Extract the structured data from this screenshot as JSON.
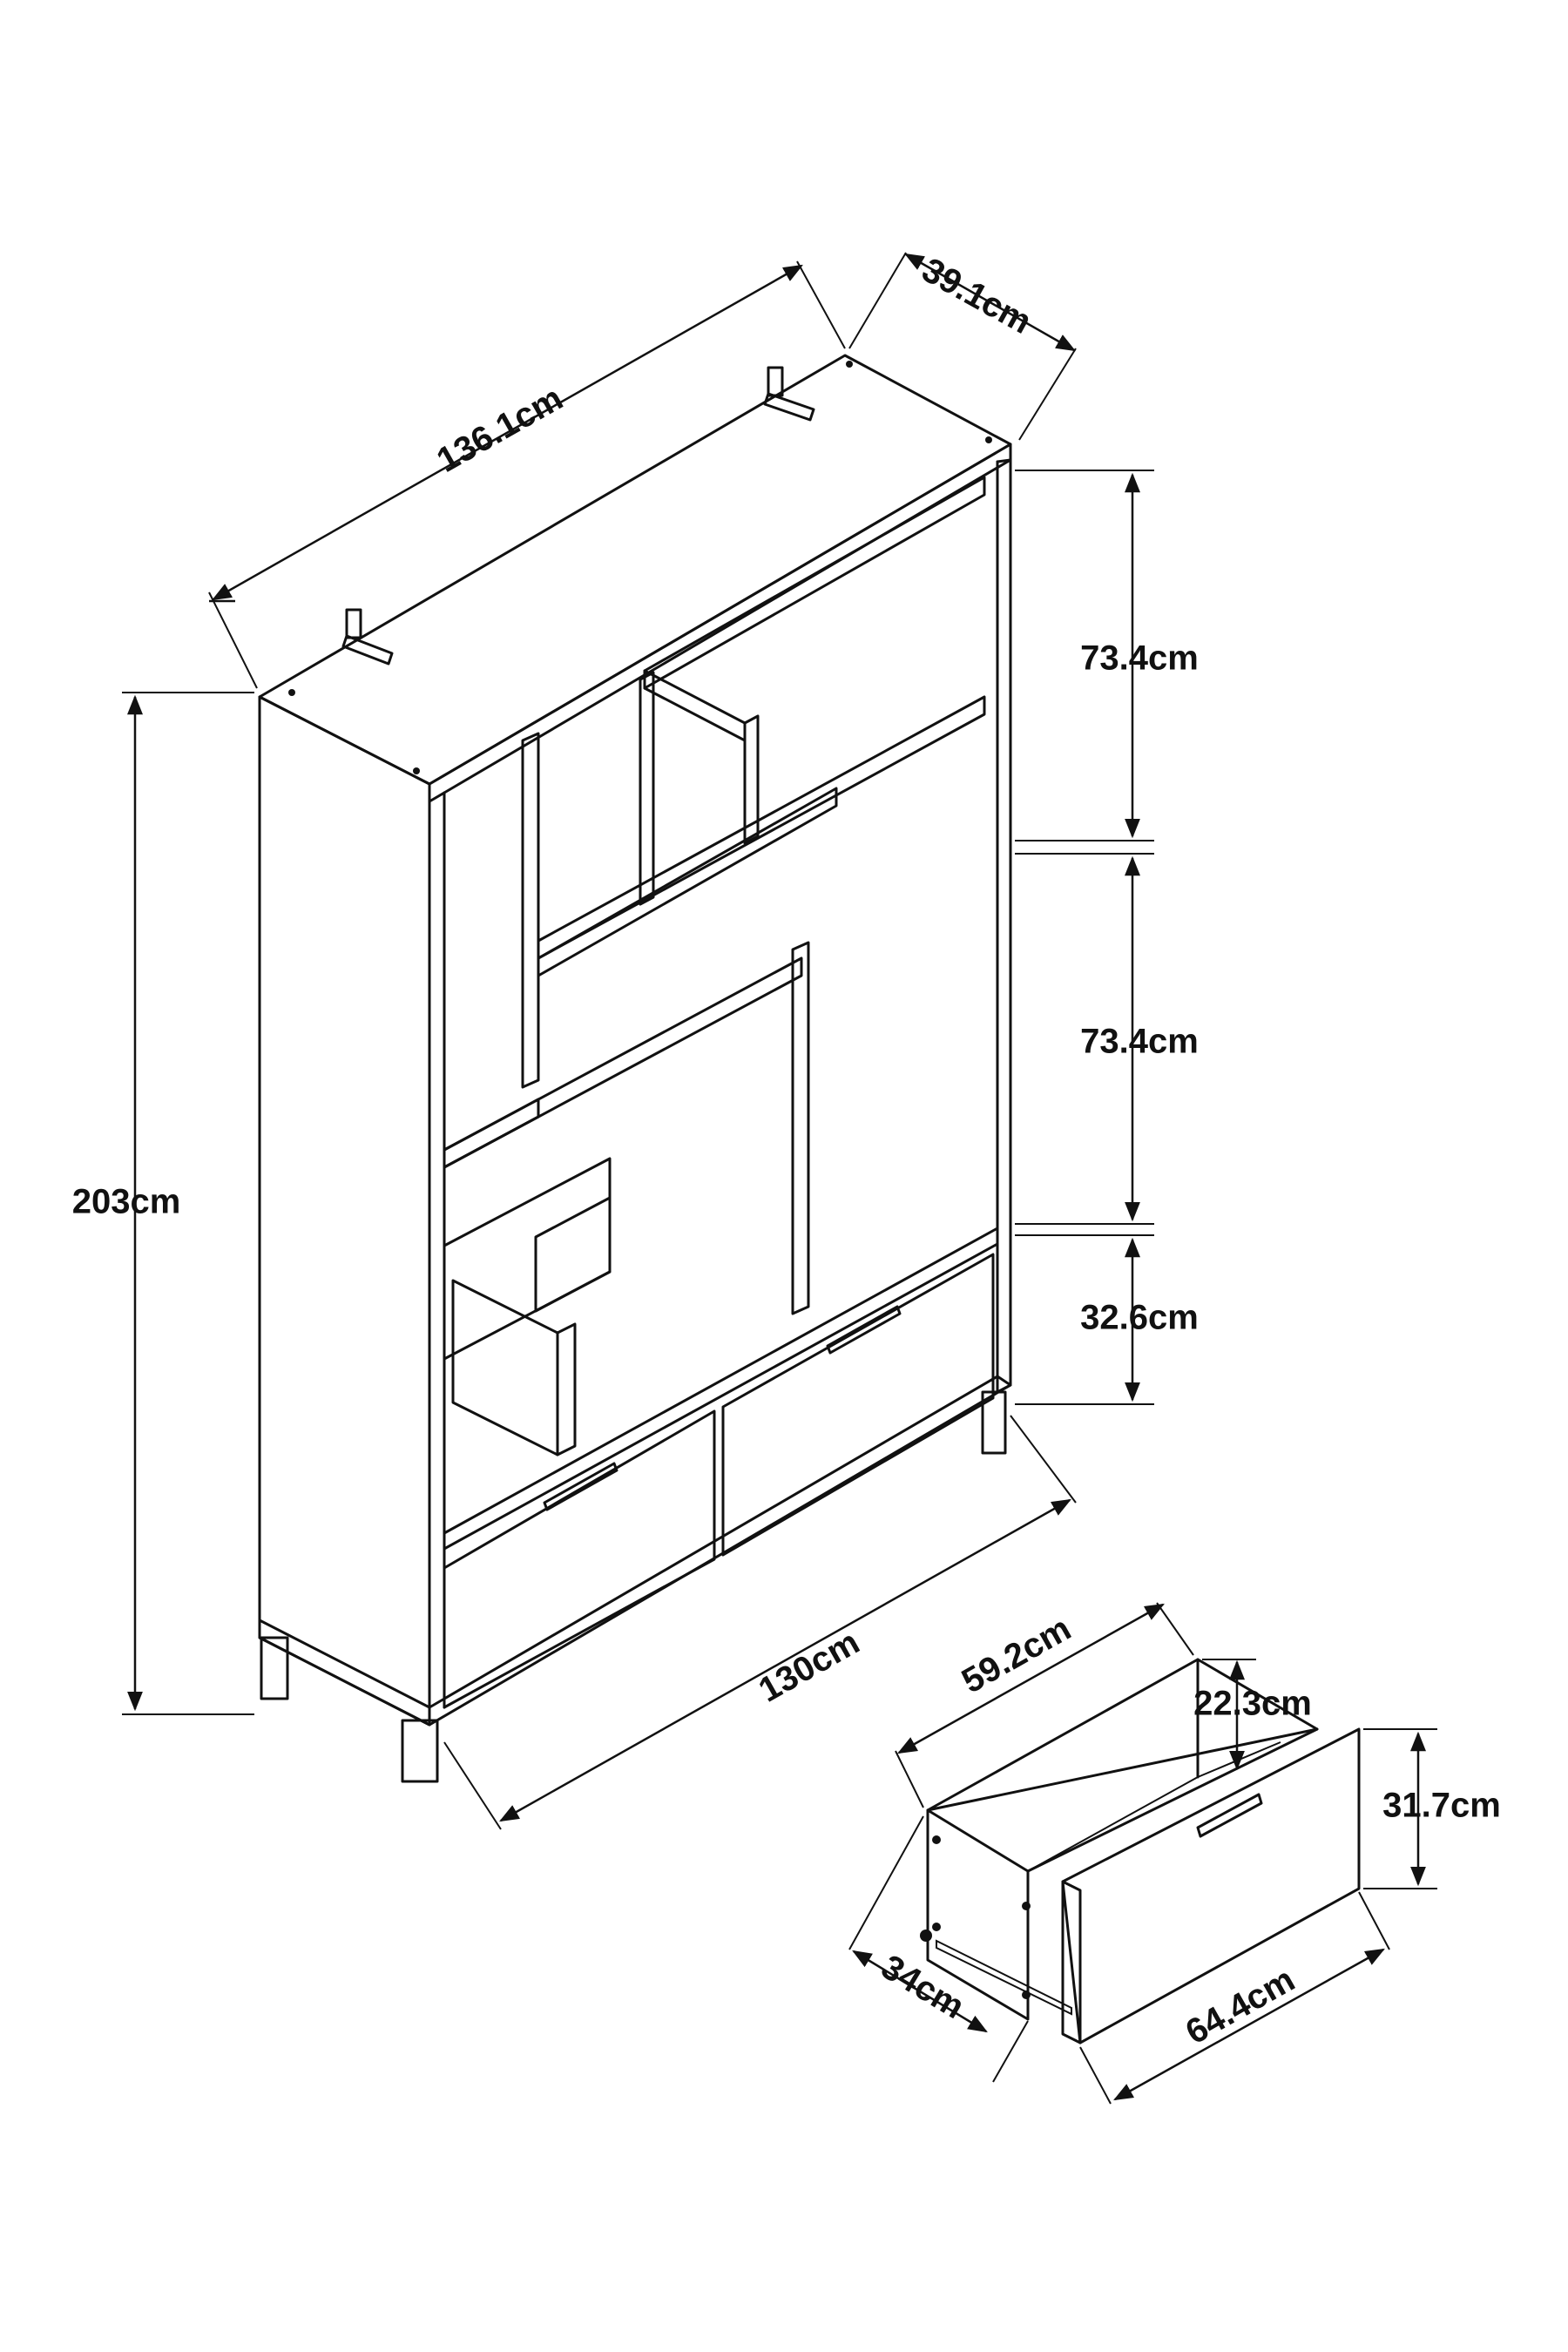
{
  "dimensions": {
    "width_top": "136.1cm",
    "depth_top": "39.1cm",
    "height_total": "203cm",
    "section_upper": "73.4cm",
    "section_middle": "73.4cm",
    "section_lower": "32.6cm",
    "width_base": "130cm"
  },
  "drawer": {
    "inner_width": "59.2cm",
    "inner_height": "22.3cm",
    "front_height": "31.7cm",
    "depth": "34cm",
    "front_width": "64.4cm"
  }
}
